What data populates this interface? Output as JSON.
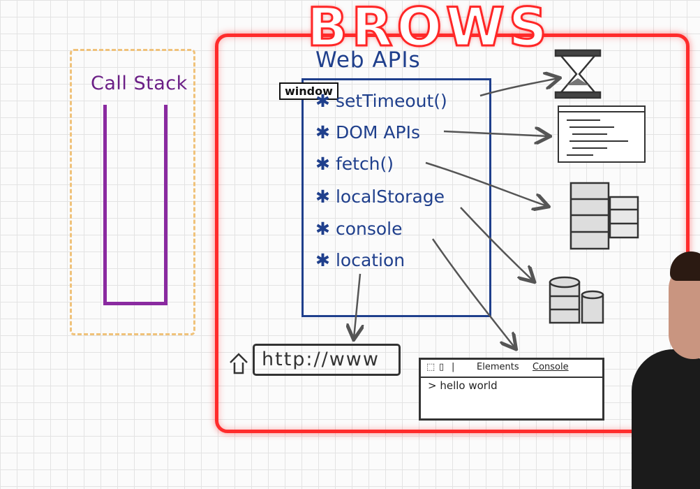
{
  "call_stack": {
    "title": "Call Stack"
  },
  "browser": {
    "title": "BROWS"
  },
  "web_apis": {
    "title": "Web APIs",
    "window_label": "window",
    "items": [
      {
        "label": "setTimeout()"
      },
      {
        "label": "DOM APIs"
      },
      {
        "label": "fetch()"
      },
      {
        "label": "localStorage"
      },
      {
        "label": "console"
      },
      {
        "label": "location"
      }
    ]
  },
  "url_bar": {
    "text": "http://www"
  },
  "devtools": {
    "tabs": [
      "Elements",
      "Console"
    ],
    "output": "> hello world"
  },
  "colors": {
    "browser_border": "#ff2b2b",
    "web_apis": "#1f3f8c",
    "call_stack": "#8a2aa0",
    "call_stack_frame": "#f0c27a"
  }
}
